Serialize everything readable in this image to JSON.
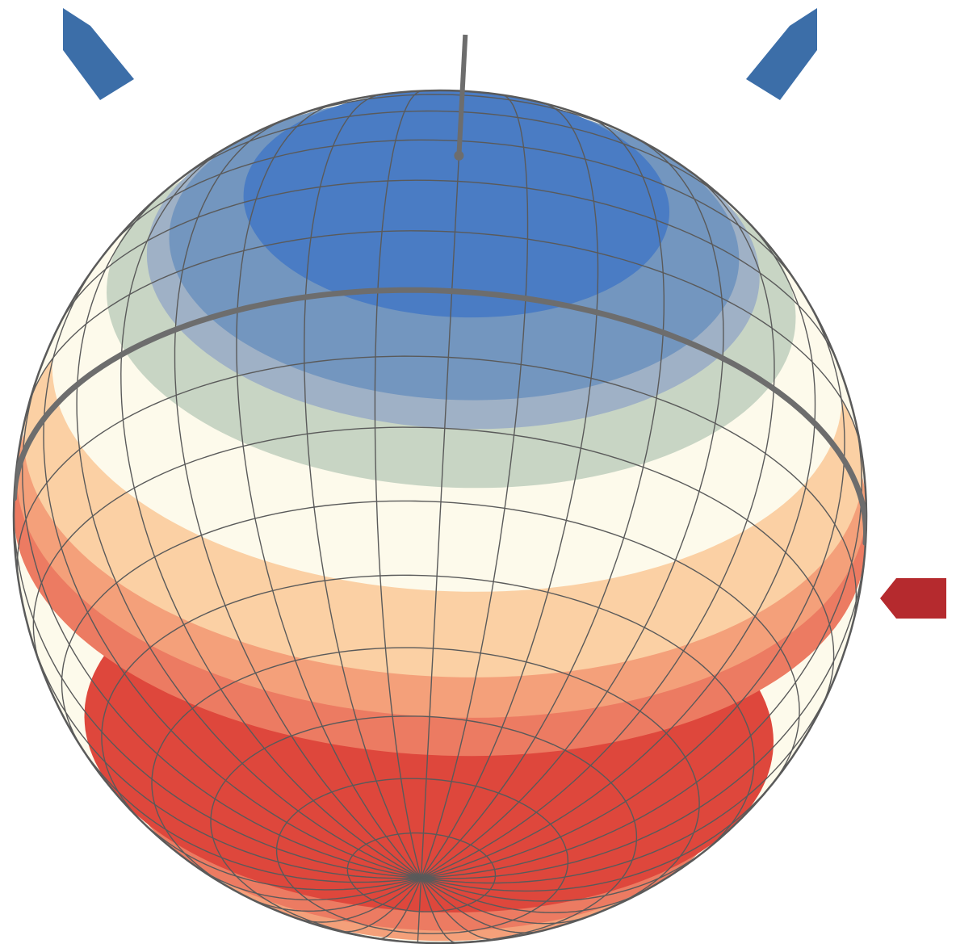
{
  "figure": {
    "panel_label": "",
    "description_colors": {
      "cold_pole": "#4a7cc4",
      "cool_band_1": "#7396bf",
      "cool_band_2": "#9fb1c6",
      "mid_green": "#c8d5c4",
      "neutral": "#fdfaeb",
      "warm_1": "#fbd0a4",
      "warm_2": "#f4a07a",
      "warm_3": "#ec7b62",
      "hot_equator": "#de473c",
      "grid_line": "#5a5a5a",
      "axis_line": "#6d6d6d",
      "arrow_blue": "#3c6ea8",
      "arrow_red": "#b52a2e"
    },
    "bands": [
      {
        "name": "polar-cap",
        "color_key": "cold_pole"
      },
      {
        "name": "cool-band-1",
        "color_key": "cool_band_1"
      },
      {
        "name": "cool-band-2",
        "color_key": "cool_band_2"
      },
      {
        "name": "green-band",
        "color_key": "mid_green"
      },
      {
        "name": "neutral-band",
        "color_key": "neutral"
      },
      {
        "name": "warm-band-1",
        "color_key": "warm_1"
      },
      {
        "name": "warm-band-2",
        "color_key": "warm_2"
      },
      {
        "name": "warm-band-3",
        "color_key": "warm_3"
      },
      {
        "name": "equatorial-band",
        "color_key": "hot_equator"
      }
    ],
    "arrows": [
      {
        "name": "incoming-arrow-top-left",
        "color_key": "arrow_blue"
      },
      {
        "name": "incoming-arrow-top-right",
        "color_key": "arrow_blue"
      },
      {
        "name": "incoming-arrow-right",
        "color_key": "arrow_red"
      }
    ]
  }
}
